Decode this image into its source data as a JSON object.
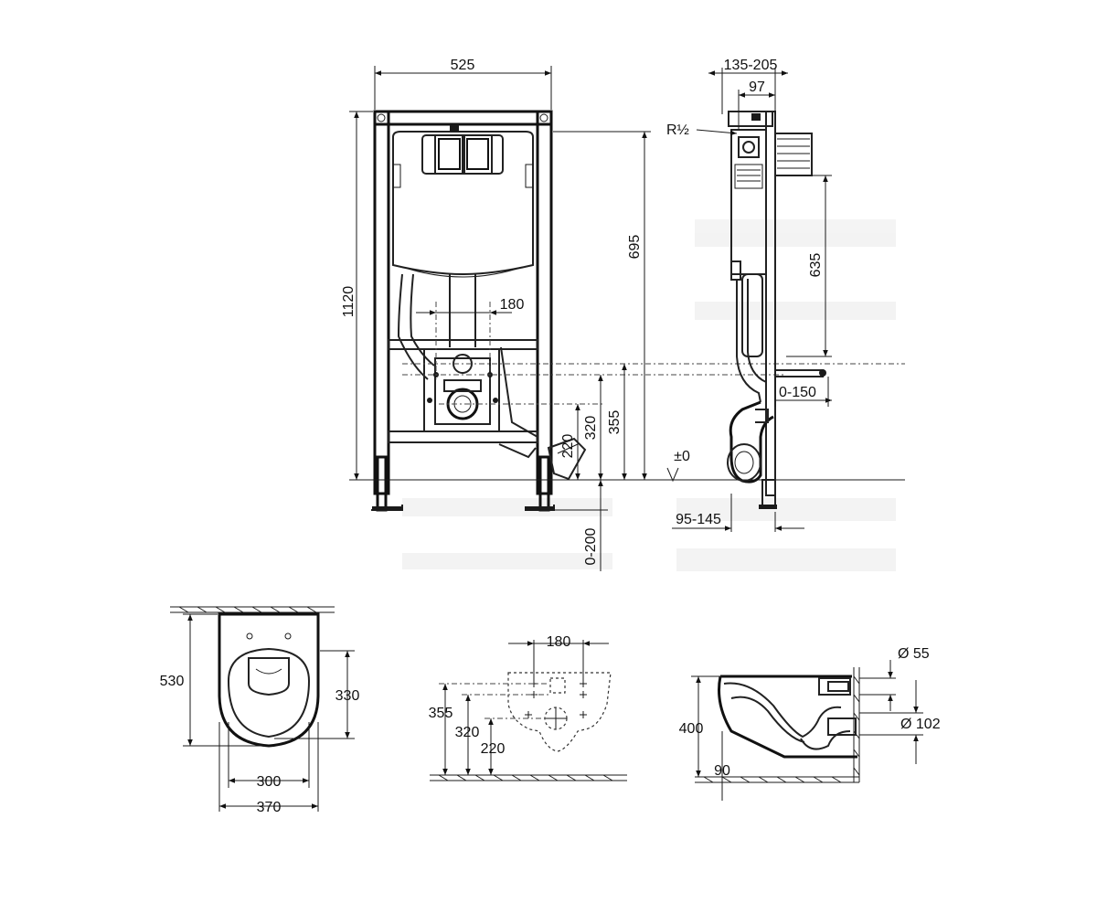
{
  "front_view": {
    "width": "525",
    "height": "1120",
    "plate_height": "695",
    "outlet_spacing": "180",
    "drain_height": "355",
    "bolt_height": "320",
    "outlet_height": "220",
    "foot_adjust": "0-200",
    "floor_mark": "±0"
  },
  "side_view": {
    "depth_range": "135-205",
    "depth": "97",
    "pipe_thread": "R½",
    "plate_height": "635",
    "adjust": "0-150",
    "foot_offset": "95-145"
  },
  "bowl_top": {
    "length": "530",
    "seat_length": "330",
    "inner_width": "300",
    "outer_width": "370"
  },
  "bowl_rear": {
    "bolt_spacing": "180",
    "h1": "355",
    "h2": "320",
    "h3": "220"
  },
  "bowl_side": {
    "height": "400",
    "inlet_diameter": "Ø 55",
    "outlet_diameter": "Ø 102",
    "offset": "90"
  }
}
